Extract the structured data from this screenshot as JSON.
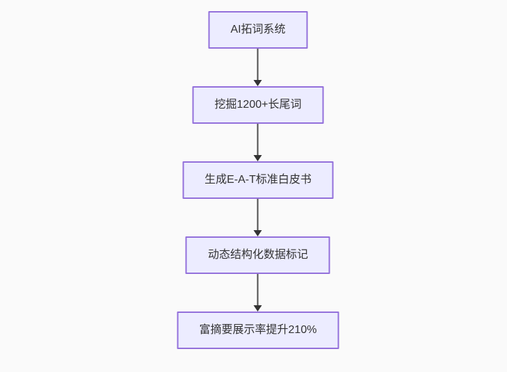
{
  "page": {
    "background": "#fafafa"
  },
  "flowchart": {
    "direction": "top-down",
    "node_fill": "#ECECFF",
    "node_border": "#9370DB",
    "text_color": "#333333",
    "line_color": "#4d4d4d",
    "arrow_color": "#333333",
    "nodes": [
      {
        "label": "AI拓词系统"
      },
      {
        "label": "挖掘1200+长尾词"
      },
      {
        "label": "生成E-A-T标准白皮书"
      },
      {
        "label": "动态结构化数据标记"
      },
      {
        "label": "富摘要展示率提升210%"
      }
    ]
  }
}
